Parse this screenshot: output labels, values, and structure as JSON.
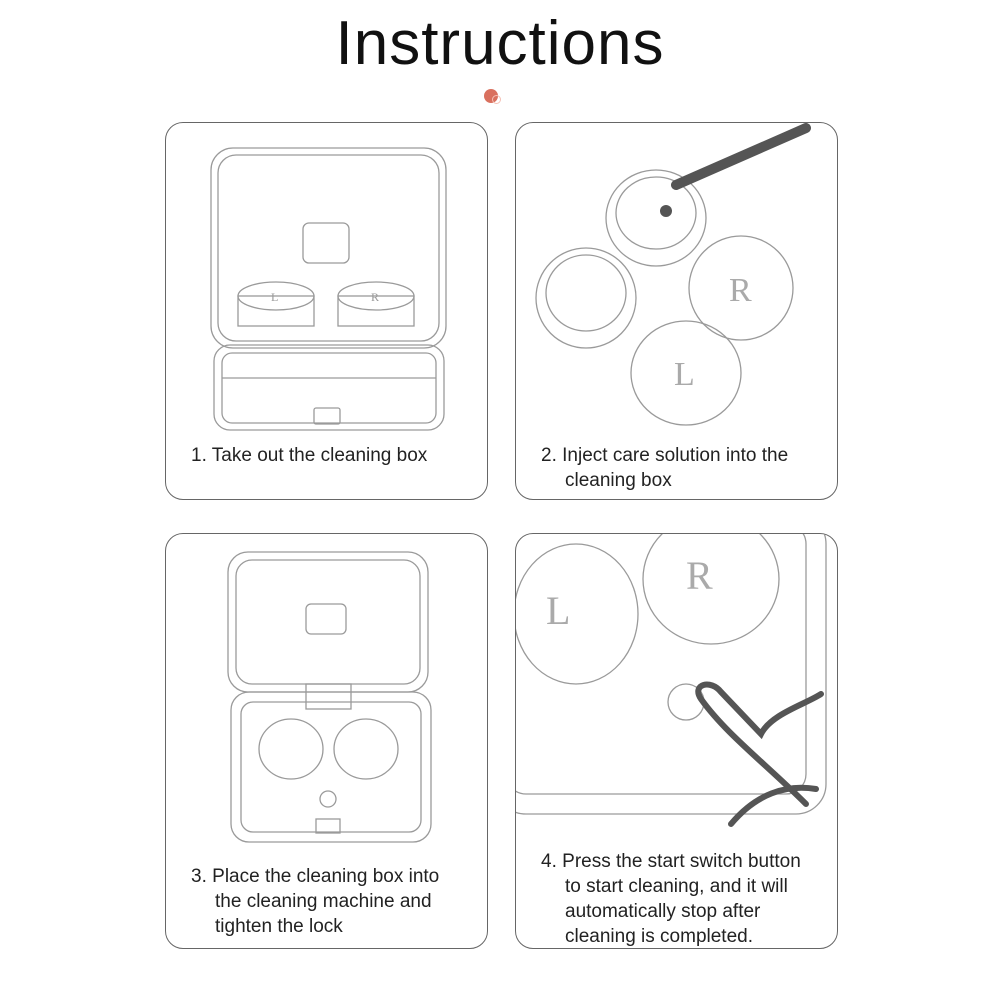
{
  "title": "Instructions",
  "steps": [
    {
      "number": "1.",
      "lines": [
        "Take out the cleaning box"
      ]
    },
    {
      "number": "2.",
      "lines": [
        "Inject care solution into the",
        "cleaning box"
      ]
    },
    {
      "number": "3.",
      "lines": [
        "Place the cleaning box into",
        "the cleaning machine and",
        "tighten the lock"
      ]
    },
    {
      "number": "4.",
      "lines": [
        "Press the start switch button",
        "to start cleaning, and it will",
        "automatically stop after",
        "cleaning is completed."
      ]
    }
  ],
  "illustration_marks": {
    "left": "L",
    "right": "R"
  },
  "colors": {
    "accent_dot": "#d9705e",
    "border": "#666666",
    "line_art": "#9a9a9a"
  }
}
